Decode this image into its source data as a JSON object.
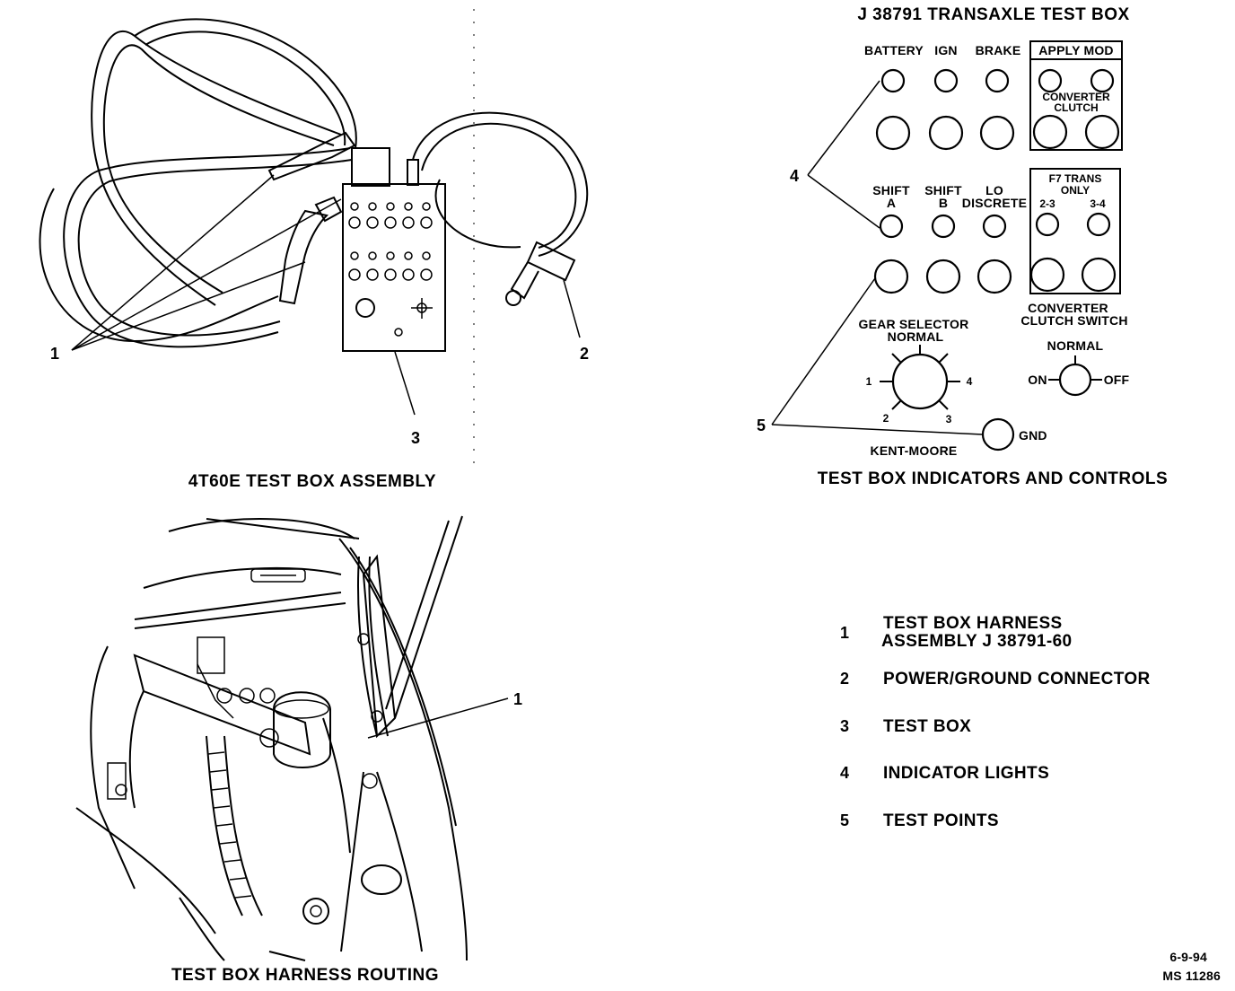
{
  "assembly": {
    "caption": "4T60E TEST BOX ASSEMBLY",
    "callouts": [
      "1",
      "2",
      "3"
    ]
  },
  "panel": {
    "title": "J 38791 TRANSAXLE TEST BOX",
    "row1_labels": [
      "BATTERY",
      "IGN",
      "BRAKE"
    ],
    "apply_mod": "APPLY MOD",
    "converter_clutch": [
      "CONVERTER",
      "CLUTCH"
    ],
    "shift_a": [
      "SHIFT",
      "A"
    ],
    "shift_b": [
      "SHIFT",
      "B"
    ],
    "lo_discrete": [
      "LO",
      "DISCRETE"
    ],
    "f7_trans": [
      "F7 TRANS",
      "ONLY"
    ],
    "f7_sub": [
      "2-3",
      "3-4"
    ],
    "gear_selector": [
      "GEAR SELECTOR",
      "NORMAL"
    ],
    "gear_positions": [
      "1",
      "2",
      "3",
      "4"
    ],
    "conv_switch": [
      "CONVERTER",
      "CLUTCH SWITCH"
    ],
    "switch_normal": "NORMAL",
    "switch_on": "ON",
    "switch_off": "OFF",
    "gnd": "GND",
    "brand": "KENT-MOORE",
    "callout_4": "4",
    "callout_5": "5",
    "caption": "TEST BOX INDICATORS AND CONTROLS"
  },
  "routing": {
    "caption": "TEST BOX HARNESS ROUTING",
    "callout": "1"
  },
  "legend": [
    {
      "num": "1",
      "text": [
        "TEST BOX HARNESS",
        "ASSEMBLY J 38791-60"
      ]
    },
    {
      "num": "2",
      "text": [
        "POWER/GROUND CONNECTOR"
      ]
    },
    {
      "num": "3",
      "text": [
        "TEST BOX"
      ]
    },
    {
      "num": "4",
      "text": [
        "INDICATOR LIGHTS"
      ]
    },
    {
      "num": "5",
      "text": [
        "TEST POINTS"
      ]
    }
  ],
  "footer": {
    "date": "6-9-94",
    "code": "MS 11286"
  }
}
